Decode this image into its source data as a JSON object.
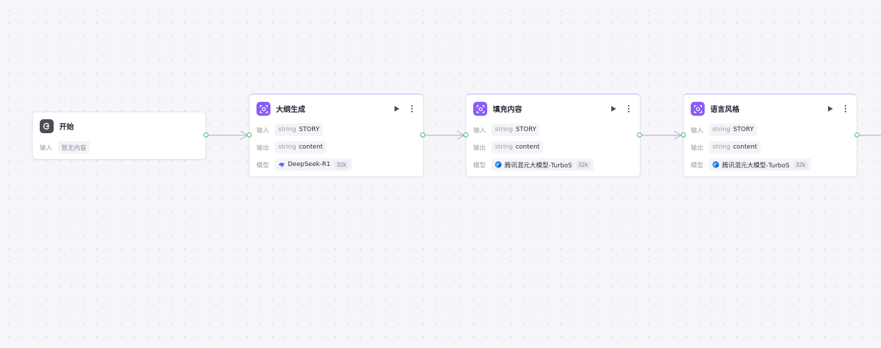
{
  "nodes": {
    "start": {
      "title": "开始",
      "input_label": "输入",
      "input_value": "暂无内容"
    },
    "outline": {
      "title": "大纲生成",
      "input_label": "输入",
      "input_type": "string",
      "input_name": "STORY",
      "output_label": "输出",
      "output_type": "string",
      "output_name": "content",
      "model_label": "模型",
      "model_name": "DeepSeek-R1",
      "model_ctx": "32k",
      "model_icon": "deepseek-whale-icon"
    },
    "fill": {
      "title": "填充内容",
      "input_label": "输入",
      "input_type": "string",
      "input_name": "STORY",
      "output_label": "输出",
      "output_type": "string",
      "output_name": "content",
      "model_label": "模型",
      "model_name": "腾讯混元大模型-TurboS",
      "model_ctx": "32k",
      "model_icon": "hunyuan-globe-icon"
    },
    "style": {
      "title": "语言风格",
      "input_label": "输入",
      "input_type": "string",
      "input_name": "STORY",
      "output_label": "输出",
      "output_type": "string",
      "output_name": "content",
      "model_label": "模型",
      "model_name": "腾讯混元大模型-TurboS",
      "model_ctx": "32k",
      "model_icon": "hunyuan-globe-icon"
    }
  },
  "colors": {
    "canvas_bg": "#f6f6fa",
    "llm_accent": "#8b5cf6",
    "start_accent": "#4a4e5a",
    "port": "#2fbf71",
    "edge": "#a9abb6"
  }
}
